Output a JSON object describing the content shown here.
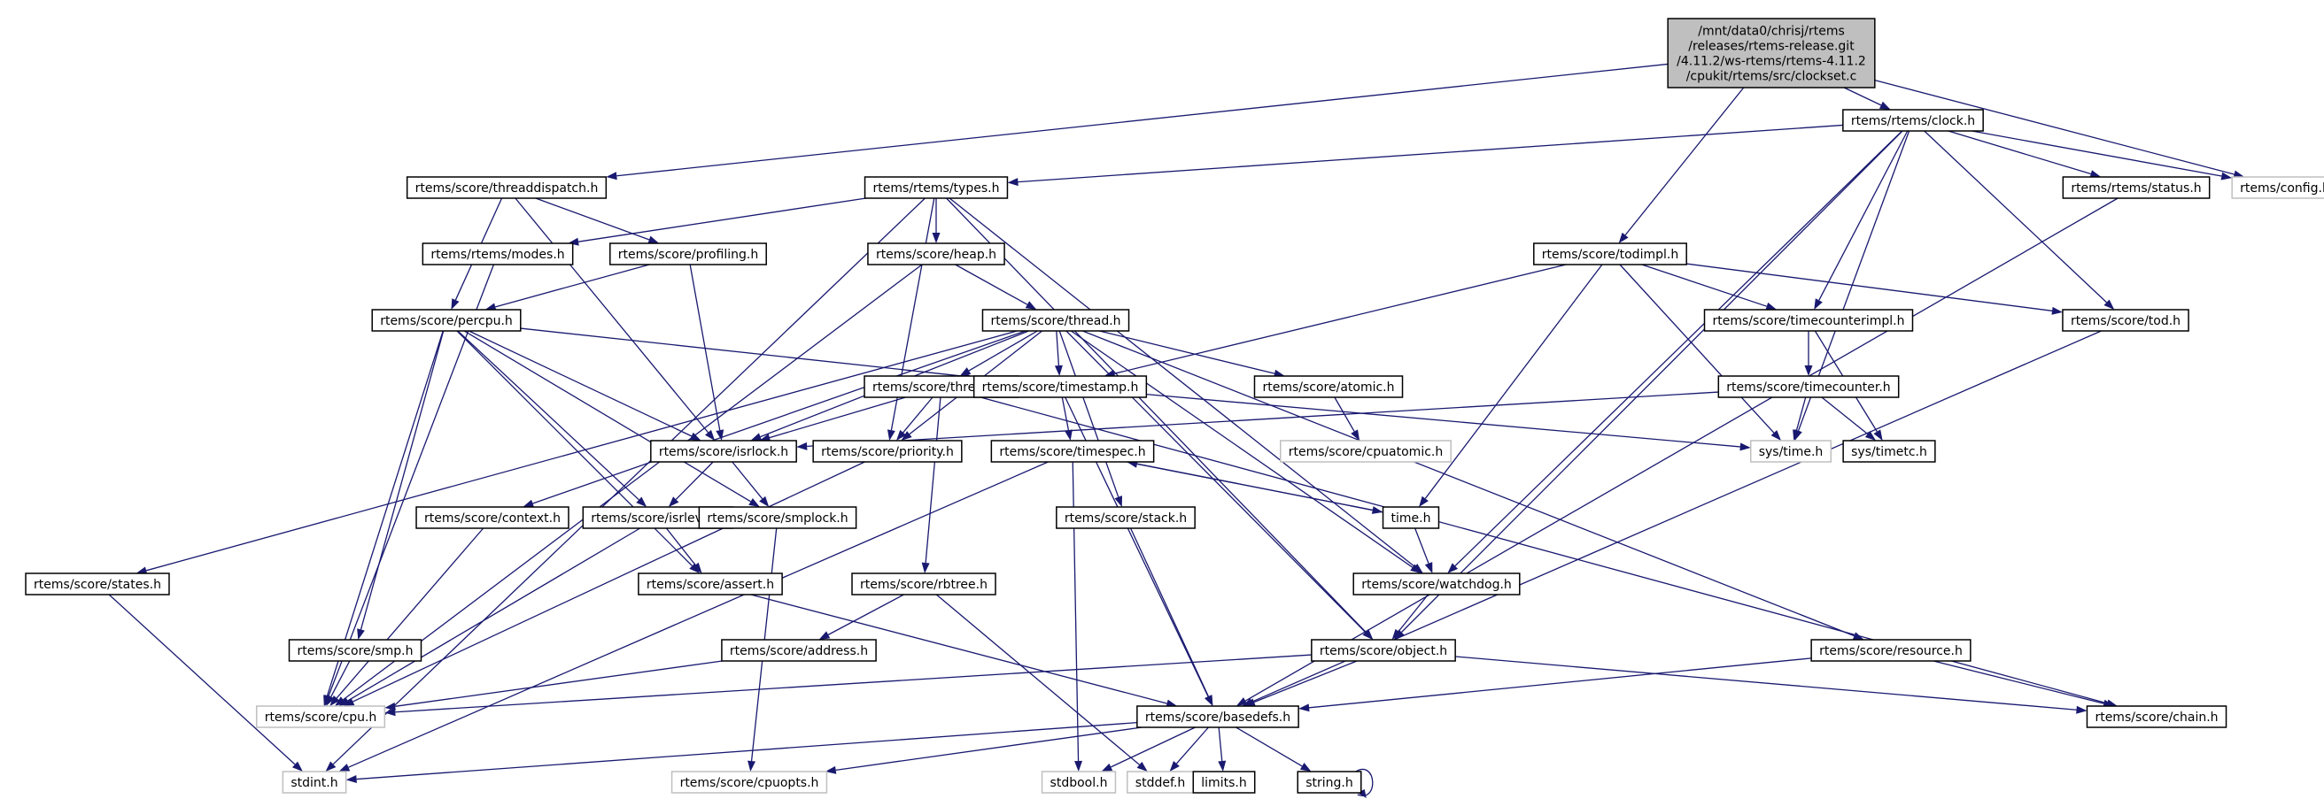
{
  "title": "clockset.c include dependency graph",
  "colors": {
    "edge": "#191970",
    "root_fill": "#bfbfbf",
    "box_border": "#000000",
    "external_border": "#bfbfbf"
  },
  "root": {
    "id": "root",
    "lines": [
      "/mnt/data0/chrisj/rtems",
      "/releases/rtems-release.git",
      "/4.11.2/ws-rtems/rtems-4.11.2",
      "/cpukit/rtems/src/clockset.c"
    ]
  },
  "nodes": [
    {
      "id": "clock",
      "label": "rtems/rtems/clock.h",
      "ext": false
    },
    {
      "id": "config",
      "label": "rtems/config.h",
      "ext": true
    },
    {
      "id": "status",
      "label": "rtems/rtems/status.h",
      "ext": false
    },
    {
      "id": "threaddispatch",
      "label": "rtems/score/threaddispatch.h",
      "ext": false
    },
    {
      "id": "types",
      "label": "rtems/rtems/types.h",
      "ext": false
    },
    {
      "id": "modes",
      "label": "rtems/rtems/modes.h",
      "ext": false
    },
    {
      "id": "profiling",
      "label": "rtems/score/profiling.h",
      "ext": false
    },
    {
      "id": "heap",
      "label": "rtems/score/heap.h",
      "ext": false
    },
    {
      "id": "todimpl",
      "label": "rtems/score/todimpl.h",
      "ext": false
    },
    {
      "id": "tod",
      "label": "rtems/score/tod.h",
      "ext": false
    },
    {
      "id": "percpu",
      "label": "rtems/score/percpu.h",
      "ext": false
    },
    {
      "id": "thread",
      "label": "rtems/score/thread.h",
      "ext": false
    },
    {
      "id": "timecounterimpl",
      "label": "rtems/score/timecounterimpl.h",
      "ext": false
    },
    {
      "id": "timecounter",
      "label": "rtems/score/timecounter.h",
      "ext": false
    },
    {
      "id": "threadq",
      "label": "rtems/score/threadq.h",
      "ext": false
    },
    {
      "id": "timestamp",
      "label": "rtems/score/timestamp.h",
      "ext": false
    },
    {
      "id": "atomic",
      "label": "rtems/score/atomic.h",
      "ext": false
    },
    {
      "id": "isrlock",
      "label": "rtems/score/isrlock.h",
      "ext": false
    },
    {
      "id": "priority",
      "label": "rtems/score/priority.h",
      "ext": false
    },
    {
      "id": "timespec",
      "label": "rtems/score/timespec.h",
      "ext": false
    },
    {
      "id": "cpuatomic",
      "label": "rtems/score/cpuatomic.h",
      "ext": true
    },
    {
      "id": "systime",
      "label": "sys/time.h",
      "ext": true
    },
    {
      "id": "systimetc",
      "label": "sys/timetc.h",
      "ext": false
    },
    {
      "id": "context",
      "label": "rtems/score/context.h",
      "ext": false
    },
    {
      "id": "isrlevel",
      "label": "rtems/score/isrlevel.h",
      "ext": false
    },
    {
      "id": "smplock",
      "label": "rtems/score/smplock.h",
      "ext": false
    },
    {
      "id": "stack",
      "label": "rtems/score/stack.h",
      "ext": false
    },
    {
      "id": "timeh",
      "label": "time.h",
      "ext": false
    },
    {
      "id": "states",
      "label": "rtems/score/states.h",
      "ext": false
    },
    {
      "id": "assert",
      "label": "rtems/score/assert.h",
      "ext": false
    },
    {
      "id": "rbtree",
      "label": "rtems/score/rbtree.h",
      "ext": false
    },
    {
      "id": "watchdog",
      "label": "rtems/score/watchdog.h",
      "ext": false
    },
    {
      "id": "smp",
      "label": "rtems/score/smp.h",
      "ext": false
    },
    {
      "id": "address",
      "label": "rtems/score/address.h",
      "ext": false
    },
    {
      "id": "object",
      "label": "rtems/score/object.h",
      "ext": false
    },
    {
      "id": "resource",
      "label": "rtems/score/resource.h",
      "ext": false
    },
    {
      "id": "cpu",
      "label": "rtems/score/cpu.h",
      "ext": true
    },
    {
      "id": "basedefs",
      "label": "rtems/score/basedefs.h",
      "ext": false
    },
    {
      "id": "chain",
      "label": "rtems/score/chain.h",
      "ext": false
    },
    {
      "id": "stdint",
      "label": "stdint.h",
      "ext": true
    },
    {
      "id": "cpuopts",
      "label": "rtems/score/cpuopts.h",
      "ext": true
    },
    {
      "id": "stdbool",
      "label": "stdbool.h",
      "ext": true
    },
    {
      "id": "stddef",
      "label": "stddef.h",
      "ext": true
    },
    {
      "id": "limits",
      "label": "limits.h",
      "ext": false
    },
    {
      "id": "string",
      "label": "string.h",
      "ext": false
    }
  ],
  "edges": [
    [
      "root",
      "threaddispatch"
    ],
    [
      "root",
      "todimpl"
    ],
    [
      "root",
      "clock"
    ],
    [
      "root",
      "config"
    ],
    [
      "clock",
      "types"
    ],
    [
      "clock",
      "status"
    ],
    [
      "clock",
      "config"
    ],
    [
      "clock",
      "timecounterimpl"
    ],
    [
      "clock",
      "tod"
    ],
    [
      "clock",
      "systime"
    ],
    [
      "clock",
      "watchdog"
    ],
    [
      "clock",
      "object"
    ],
    [
      "status",
      "basedefs"
    ],
    [
      "threaddispatch",
      "percpu"
    ],
    [
      "threaddispatch",
      "profiling"
    ],
    [
      "threaddispatch",
      "isrlock"
    ],
    [
      "types",
      "modes"
    ],
    [
      "types",
      "heap"
    ],
    [
      "types",
      "stdint"
    ],
    [
      "types",
      "priority"
    ],
    [
      "types",
      "watchdog"
    ],
    [
      "types",
      "object"
    ],
    [
      "modes",
      "cpu"
    ],
    [
      "profiling",
      "percpu"
    ],
    [
      "profiling",
      "isrlock"
    ],
    [
      "heap",
      "thread"
    ],
    [
      "heap",
      "cpu"
    ],
    [
      "todimpl",
      "timestamp"
    ],
    [
      "todimpl",
      "timecounterimpl"
    ],
    [
      "todimpl",
      "tod"
    ],
    [
      "todimpl",
      "systime"
    ],
    [
      "todimpl",
      "timeh"
    ],
    [
      "tod",
      "basedefs"
    ],
    [
      "percpu",
      "timestamp"
    ],
    [
      "percpu",
      "isrlock"
    ],
    [
      "percpu",
      "isrlevel"
    ],
    [
      "percpu",
      "smplock"
    ],
    [
      "percpu",
      "smp"
    ],
    [
      "percpu",
      "cpu"
    ],
    [
      "percpu",
      "assert"
    ],
    [
      "thread",
      "threadq"
    ],
    [
      "thread",
      "timestamp"
    ],
    [
      "thread",
      "atomic"
    ],
    [
      "thread",
      "isrlock"
    ],
    [
      "thread",
      "priority"
    ],
    [
      "thread",
      "context"
    ],
    [
      "thread",
      "states"
    ],
    [
      "thread",
      "stack"
    ],
    [
      "thread",
      "watchdog"
    ],
    [
      "thread",
      "object"
    ],
    [
      "thread",
      "resource"
    ],
    [
      "timecounterimpl",
      "timecounter"
    ],
    [
      "timecounterimpl",
      "systimetc"
    ],
    [
      "timecounter",
      "systime"
    ],
    [
      "timecounter",
      "systimetc"
    ],
    [
      "timecounter",
      "isrlock"
    ],
    [
      "threadq",
      "isrlock"
    ],
    [
      "threadq",
      "priority"
    ],
    [
      "threadq",
      "rbtree"
    ],
    [
      "threadq",
      "chain"
    ],
    [
      "timestamp",
      "timespec"
    ],
    [
      "timestamp",
      "systime"
    ],
    [
      "timestamp",
      "basedefs"
    ],
    [
      "atomic",
      "cpuatomic"
    ],
    [
      "isrlock",
      "isrlevel"
    ],
    [
      "isrlock",
      "smplock"
    ],
    [
      "priority",
      "cpu"
    ],
    [
      "timespec",
      "timeh"
    ],
    [
      "timespec",
      "stdbool"
    ],
    [
      "timespec",
      "stdint"
    ],
    [
      "timeh",
      "timespec"
    ],
    [
      "timeh",
      "watchdog"
    ],
    [
      "context",
      "cpu"
    ],
    [
      "isrlevel",
      "cpu"
    ],
    [
      "isrlevel",
      "assert"
    ],
    [
      "smplock",
      "cpuopts"
    ],
    [
      "stack",
      "basedefs"
    ],
    [
      "states",
      "stdint"
    ],
    [
      "assert",
      "basedefs"
    ],
    [
      "rbtree",
      "address"
    ],
    [
      "rbtree",
      "stddef"
    ],
    [
      "watchdog",
      "object"
    ],
    [
      "smp",
      "cpu"
    ],
    [
      "address",
      "cpu"
    ],
    [
      "object",
      "cpu"
    ],
    [
      "object",
      "basedefs"
    ],
    [
      "object",
      "chain"
    ],
    [
      "resource",
      "basedefs"
    ],
    [
      "resource",
      "chain"
    ],
    [
      "basedefs",
      "stdint"
    ],
    [
      "basedefs",
      "cpuopts"
    ],
    [
      "basedefs",
      "stdbool"
    ],
    [
      "basedefs",
      "stddef"
    ],
    [
      "basedefs",
      "limits"
    ],
    [
      "basedefs",
      "string"
    ],
    [
      "string",
      "string"
    ]
  ]
}
